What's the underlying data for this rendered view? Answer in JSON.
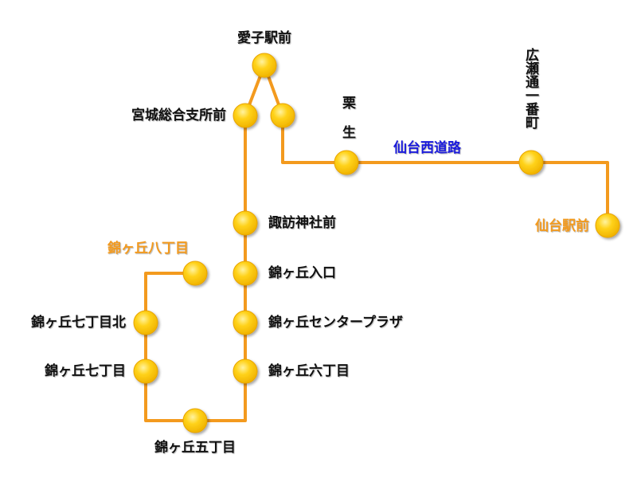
{
  "colors": {
    "line": "#f39a1e",
    "stop_fill": "#ffd21a",
    "stop_stroke": "#e8a400",
    "text": "#111111",
    "accent_text": "#f39a1e",
    "road_text": "#1a1adc"
  },
  "stops": {
    "aiko_ekimae": "愛子駅前",
    "miyagi_sogo_shisho": "宮城総合支所前",
    "kuriu": "栗生",
    "hirose_dori": "広瀬通一番町",
    "sendai_ekimae": "仙台駅前",
    "suwa_jinja": "諏訪神社前",
    "nishiki_iriguchi": "錦ヶ丘入口",
    "nishiki_center": "錦ヶ丘センタープラザ",
    "nishiki_6": "錦ヶ丘六丁目",
    "nishiki_5": "錦ヶ丘五丁目",
    "nishiki_7": "錦ヶ丘七丁目",
    "nishiki_7_kita": "錦ヶ丘七丁目北",
    "nishiki_8": "錦ヶ丘八丁目"
  },
  "road": {
    "sendai_seido": "仙台西道路"
  }
}
